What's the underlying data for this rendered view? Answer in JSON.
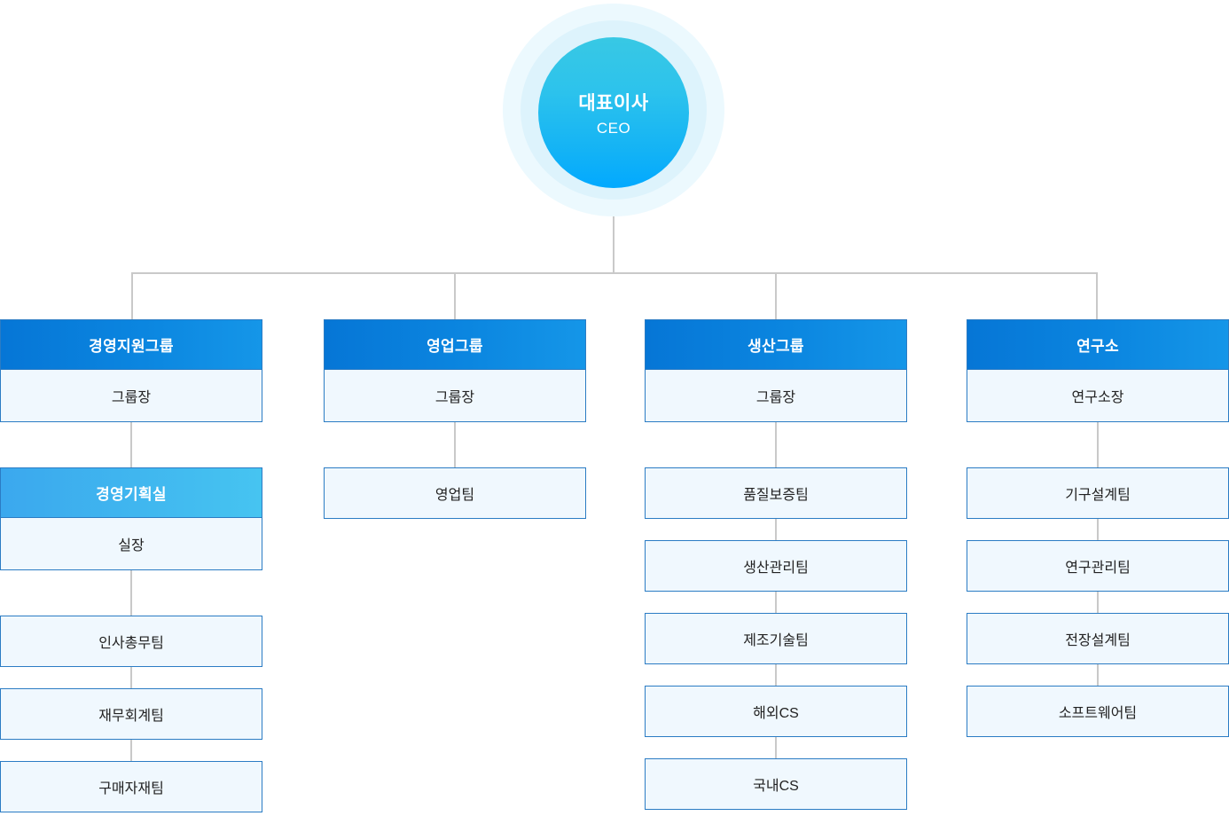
{
  "chart": {
    "type": "org-chart",
    "title": "",
    "root": {
      "label": "대표이사",
      "sublabel": "CEO",
      "shape": "circle",
      "colors": {
        "fill_top": "#38c8e4",
        "fill_bottom": "#02a9ff",
        "halo_outer": "#ecf9fe",
        "halo_inner": "#ddf3fc",
        "text": "#ffffff"
      }
    },
    "colors": {
      "header_dark_start": "#0676d6",
      "header_dark_end": "#1596e8",
      "header_light_start": "#3ba8ee",
      "header_light_end": "#46c4f1",
      "body_fill": "#f0f8fe",
      "border": "#2b7cc4",
      "connector": "#c9c9c9",
      "body_text": "#222222",
      "header_text": "#ffffff"
    },
    "columns": [
      {
        "id": "management-support",
        "group": {
          "title": "경영지원그룹",
          "role": "그룹장",
          "header_style": "dark"
        },
        "sub_group": {
          "title": "경영기획실",
          "role": "실장",
          "header_style": "light"
        },
        "teams": [
          "인사총무팀",
          "재무회계팀",
          "구매자재팀"
        ]
      },
      {
        "id": "sales",
        "group": {
          "title": "영업그룹",
          "role": "그룹장",
          "header_style": "dark"
        },
        "sub_group": null,
        "teams": [
          "영업팀"
        ]
      },
      {
        "id": "production",
        "group": {
          "title": "생산그룹",
          "role": "그룹장",
          "header_style": "dark"
        },
        "sub_group": null,
        "teams": [
          "품질보증팀",
          "생산관리팀",
          "제조기술팀",
          "해외CS",
          "국내CS"
        ]
      },
      {
        "id": "research-institute",
        "group": {
          "title": "연구소",
          "role": "연구소장",
          "header_style": "dark"
        },
        "sub_group": null,
        "teams": [
          "기구설계팀",
          "연구관리팀",
          "전장설계팀",
          "소프트웨어팀"
        ]
      }
    ]
  }
}
